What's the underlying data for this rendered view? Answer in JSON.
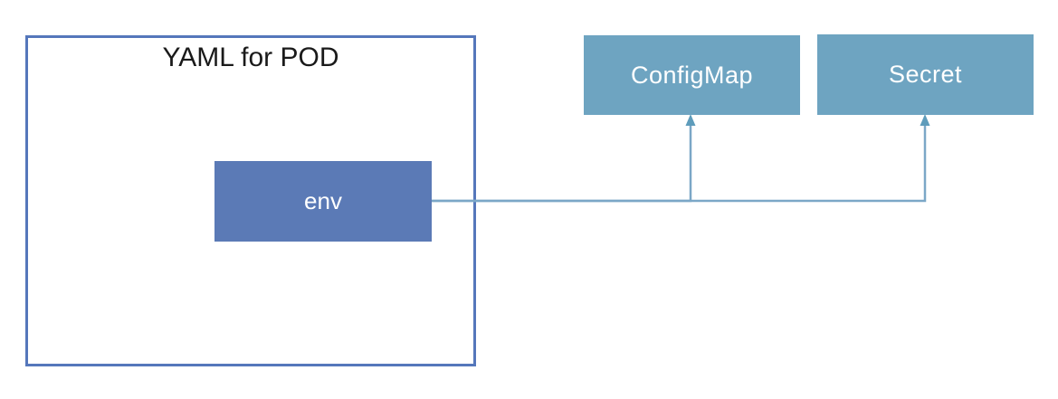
{
  "diagram": {
    "pod": {
      "title": "YAML for POD"
    },
    "nodes": [
      {
        "id": "env",
        "label": "env",
        "type": "pod-field"
      },
      {
        "id": "configmap",
        "label": "ConfigMap",
        "type": "resource"
      },
      {
        "id": "secret",
        "label": "Secret",
        "type": "resource"
      }
    ],
    "edges": [
      {
        "from": "env",
        "to": "configmap",
        "style": "elbow",
        "arrow": "up"
      },
      {
        "from": "env",
        "to": "secret",
        "style": "elbow",
        "arrow": "up"
      }
    ],
    "colors": {
      "background": "#FFFFFF",
      "pod_border": "#5577BB",
      "pod_title_text": "#1A1A1A",
      "env_fill": "#5B7AB6",
      "env_text": "#FFFFFF",
      "resource_fill": "#6EA4C1",
      "resource_text": "#FFFFFF",
      "connector_line": "#7BA7C7",
      "arrowhead": "#5E9CBB"
    }
  }
}
